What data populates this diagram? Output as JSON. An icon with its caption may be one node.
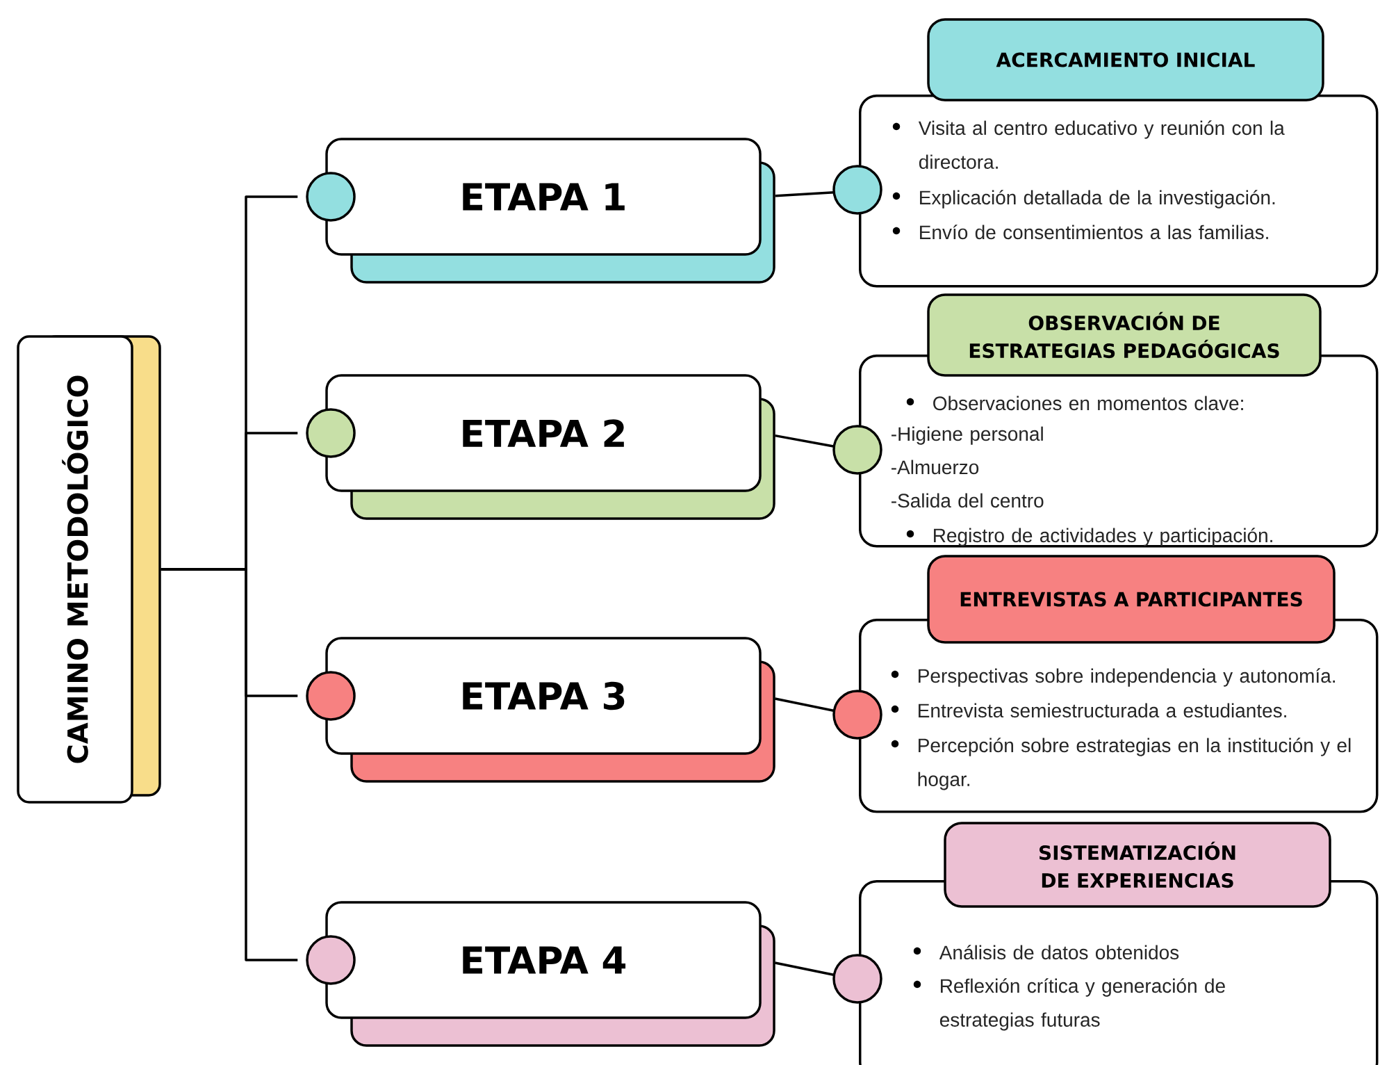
{
  "diagram": {
    "nodes": [
      {
        "text": [
          "CAMINO METODOLÓGICO"
        ]
      },
      {
        "text": [
          "ETAPA 1"
        ]
      },
      {
        "text": [
          "ETAPA 2"
        ]
      },
      {
        "text": [
          "ETAPA 3"
        ]
      },
      {
        "text": [
          "ETAPA 4"
        ]
      },
      {
        "text": [
          "ACERCAMIENTO INICIAL",
          "Visita al centro educativo y reunión con la directora.",
          "Explicación detallada de la investigación.",
          "Envío de consentimientos a las familias."
        ]
      },
      {
        "text": [
          "OBSERVACIÓN DE ESTRATEGIAS PEDAGÓGICAS",
          "Observaciones en momentos clave:",
          "-Higiene personal",
          "-Almuerzo",
          "-Salida del centro",
          "Registro de actividades y participación."
        ]
      },
      {
        "text": [
          "ENTREVISTAS A PARTICIPANTES",
          "Perspectivas sobre independencia y autonomía.",
          "Entrevista semiestructurada a estudiantes.",
          "Percepción sobre estrategias en la institución y el hogar."
        ]
      },
      {
        "text": [
          "SISTEMATIZACIÓN DE EXPERIENCIAS",
          "Análisis de datos obtenidos",
          "Reflexión crítica y generación de estrategias futuras"
        ]
      }
    ],
    "edges": [
      {
        "from": 0,
        "to": 1,
        "arrow": "none"
      },
      {
        "from": 0,
        "to": 2,
        "arrow": "none"
      },
      {
        "from": 0,
        "to": 3,
        "arrow": "none"
      },
      {
        "from": 0,
        "to": 4,
        "arrow": "none"
      },
      {
        "from": 1,
        "to": 5,
        "arrow": "none"
      },
      {
        "from": 2,
        "to": 6,
        "arrow": "none"
      },
      {
        "from": 3,
        "to": 7,
        "arrow": "none"
      },
      {
        "from": 4,
        "to": 8,
        "arrow": "none"
      }
    ]
  }
}
